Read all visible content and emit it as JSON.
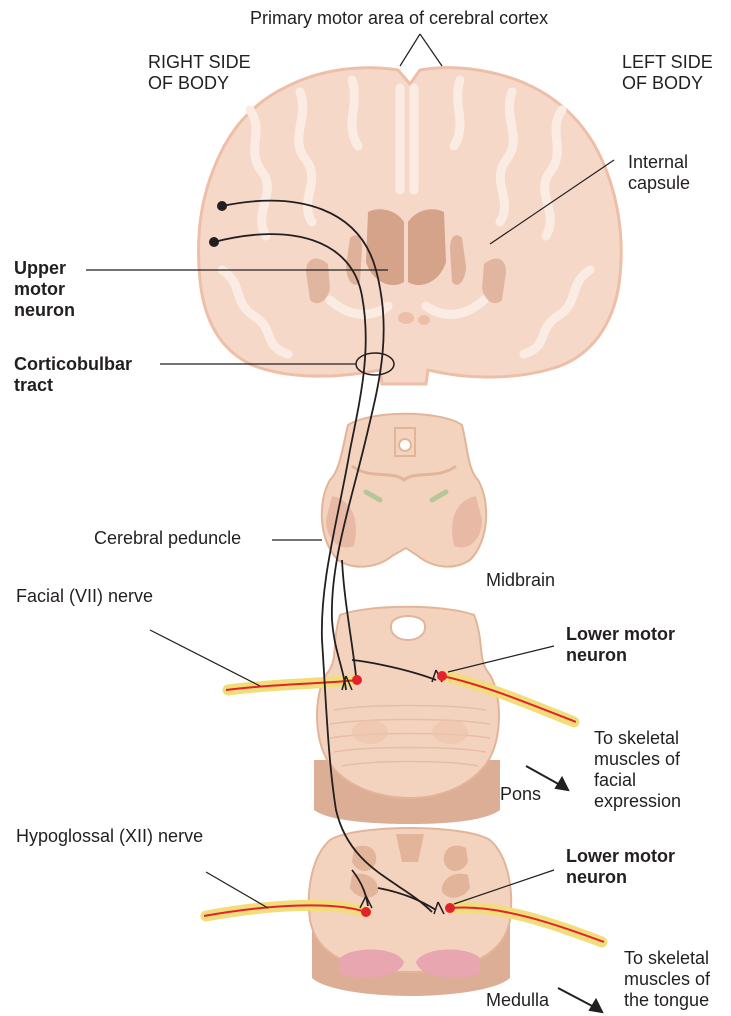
{
  "title": "Primary motor area of cerebral cortex",
  "side_labels": {
    "right": "RIGHT SIDE\nOF BODY",
    "left": "LEFT SIDE\nOF BODY"
  },
  "labels": {
    "internal_capsule": "Internal\ncapsule",
    "upper_motor_neuron": "Upper\nmotor\nneuron",
    "corticobulbar_tract": "Corticobulbar\ntract",
    "cerebral_peduncle": "Cerebral peduncle",
    "midbrain": "Midbrain",
    "facial_nerve": "Facial (VII) nerve",
    "lower_motor_neuron_pons": "Lower motor\nneuron",
    "to_facial_muscles": "To skeletal\nmuscles of\nfacial\nexpression",
    "pons": "Pons",
    "hypoglossal_nerve": "Hypoglossal (XII) nerve",
    "lower_motor_neuron_medulla": "Lower motor\nneuron",
    "to_tongue_muscles": "To skeletal\nmuscles of\nthe tongue",
    "medulla": "Medulla"
  },
  "colors": {
    "brain_fill": "#f6d8c8",
    "brain_stroke": "#eebfa8",
    "basal_ganglia": "#cf9a7f",
    "brainstem_fill": "#f4d3be",
    "brainstem_dark": "#e2b59a",
    "nerve_sheath": "#f1de7a",
    "nerve_axon": "#e3232c",
    "neuron_line": "#231f20"
  }
}
